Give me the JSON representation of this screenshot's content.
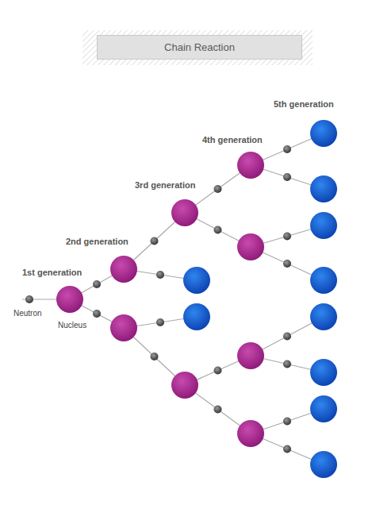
{
  "diagram": {
    "title": "Chain Reaction",
    "labels": [
      "5th generation",
      "4th generation",
      "3rd generation",
      "2nd generation",
      "1st generation",
      "Neutron",
      "Nucleus"
    ]
  }
}
